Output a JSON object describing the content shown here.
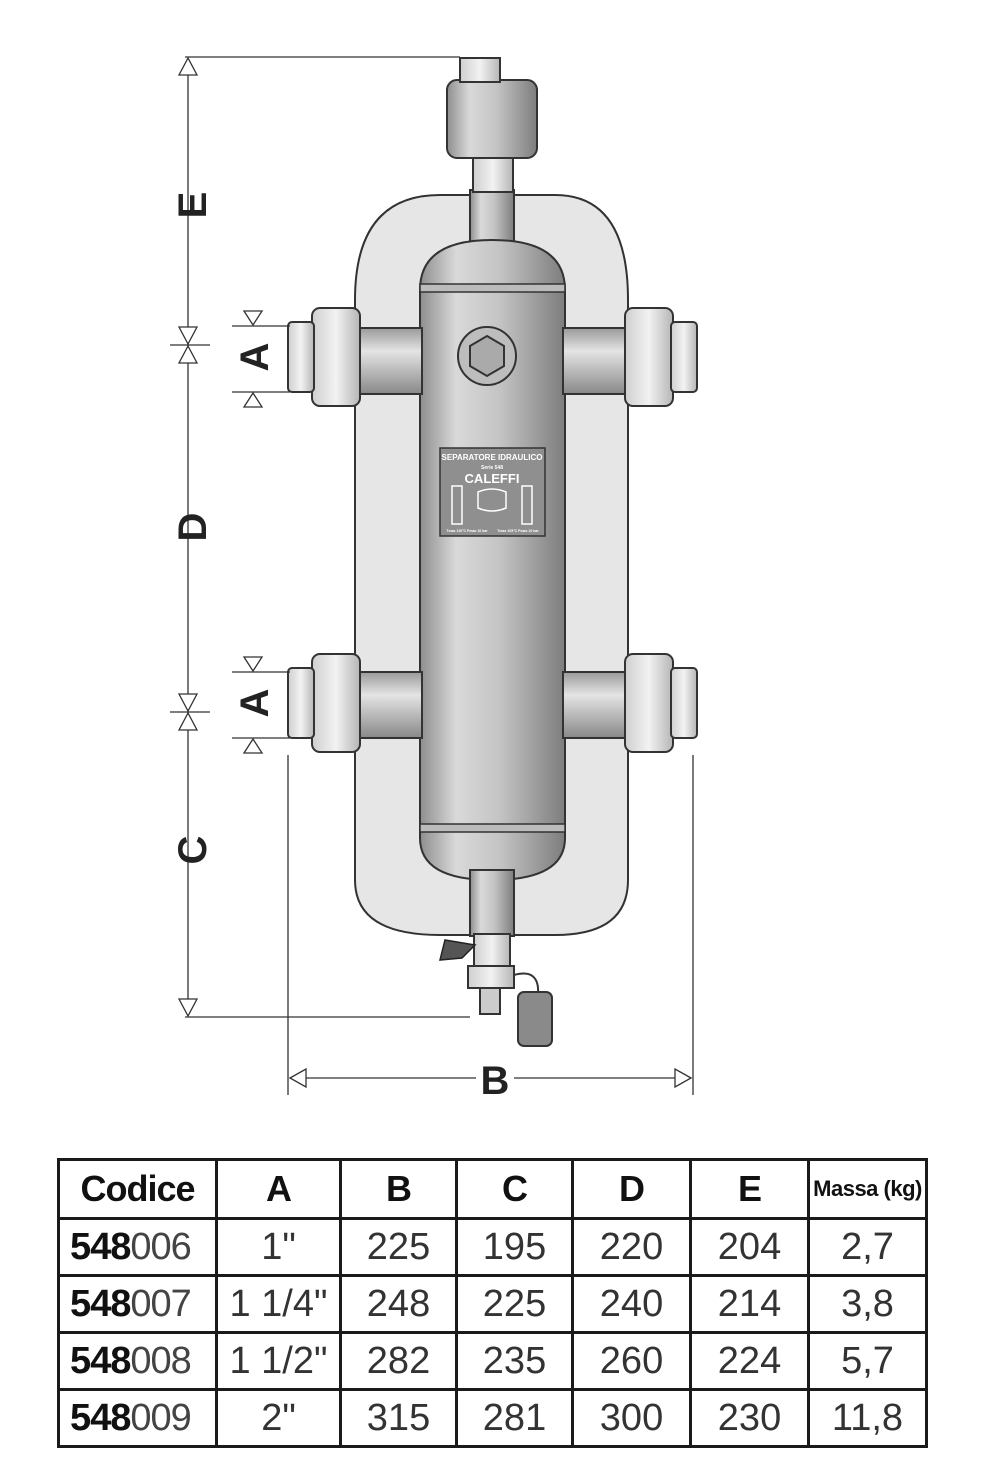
{
  "drawing": {
    "dimensions": [
      "E",
      "A",
      "D",
      "A",
      "C",
      "B"
    ],
    "plate": {
      "title": "SEPARATORE IDRAULICO",
      "subtitle": "Serie 548",
      "brand": "CALEFFI",
      "spec_left": "Tmax 110°C  Pmax 10 bar",
      "spec_right": "Tmax 105°C  Pmax 10 bar"
    }
  },
  "table": {
    "headers": [
      "Codice",
      "A",
      "B",
      "C",
      "D",
      "E",
      "Massa (kg)"
    ],
    "rows": [
      {
        "code_bold": "548",
        "code_rest": "006",
        "A": "1\"",
        "B": "225",
        "C": "195",
        "D": "220",
        "E": "204",
        "mass": "2,7"
      },
      {
        "code_bold": "548",
        "code_rest": "007",
        "A": "1 1/4\"",
        "B": "248",
        "C": "225",
        "D": "240",
        "E": "214",
        "mass": "3,8"
      },
      {
        "code_bold": "548",
        "code_rest": "008",
        "A": "1 1/2\"",
        "B": "282",
        "C": "235",
        "D": "260",
        "E": "224",
        "mass": "5,7"
      },
      {
        "code_bold": "548",
        "code_rest": "009",
        "A": "2\"",
        "B": "315",
        "C": "281",
        "D": "300",
        "E": "230",
        "mass": "11,8"
      }
    ]
  }
}
